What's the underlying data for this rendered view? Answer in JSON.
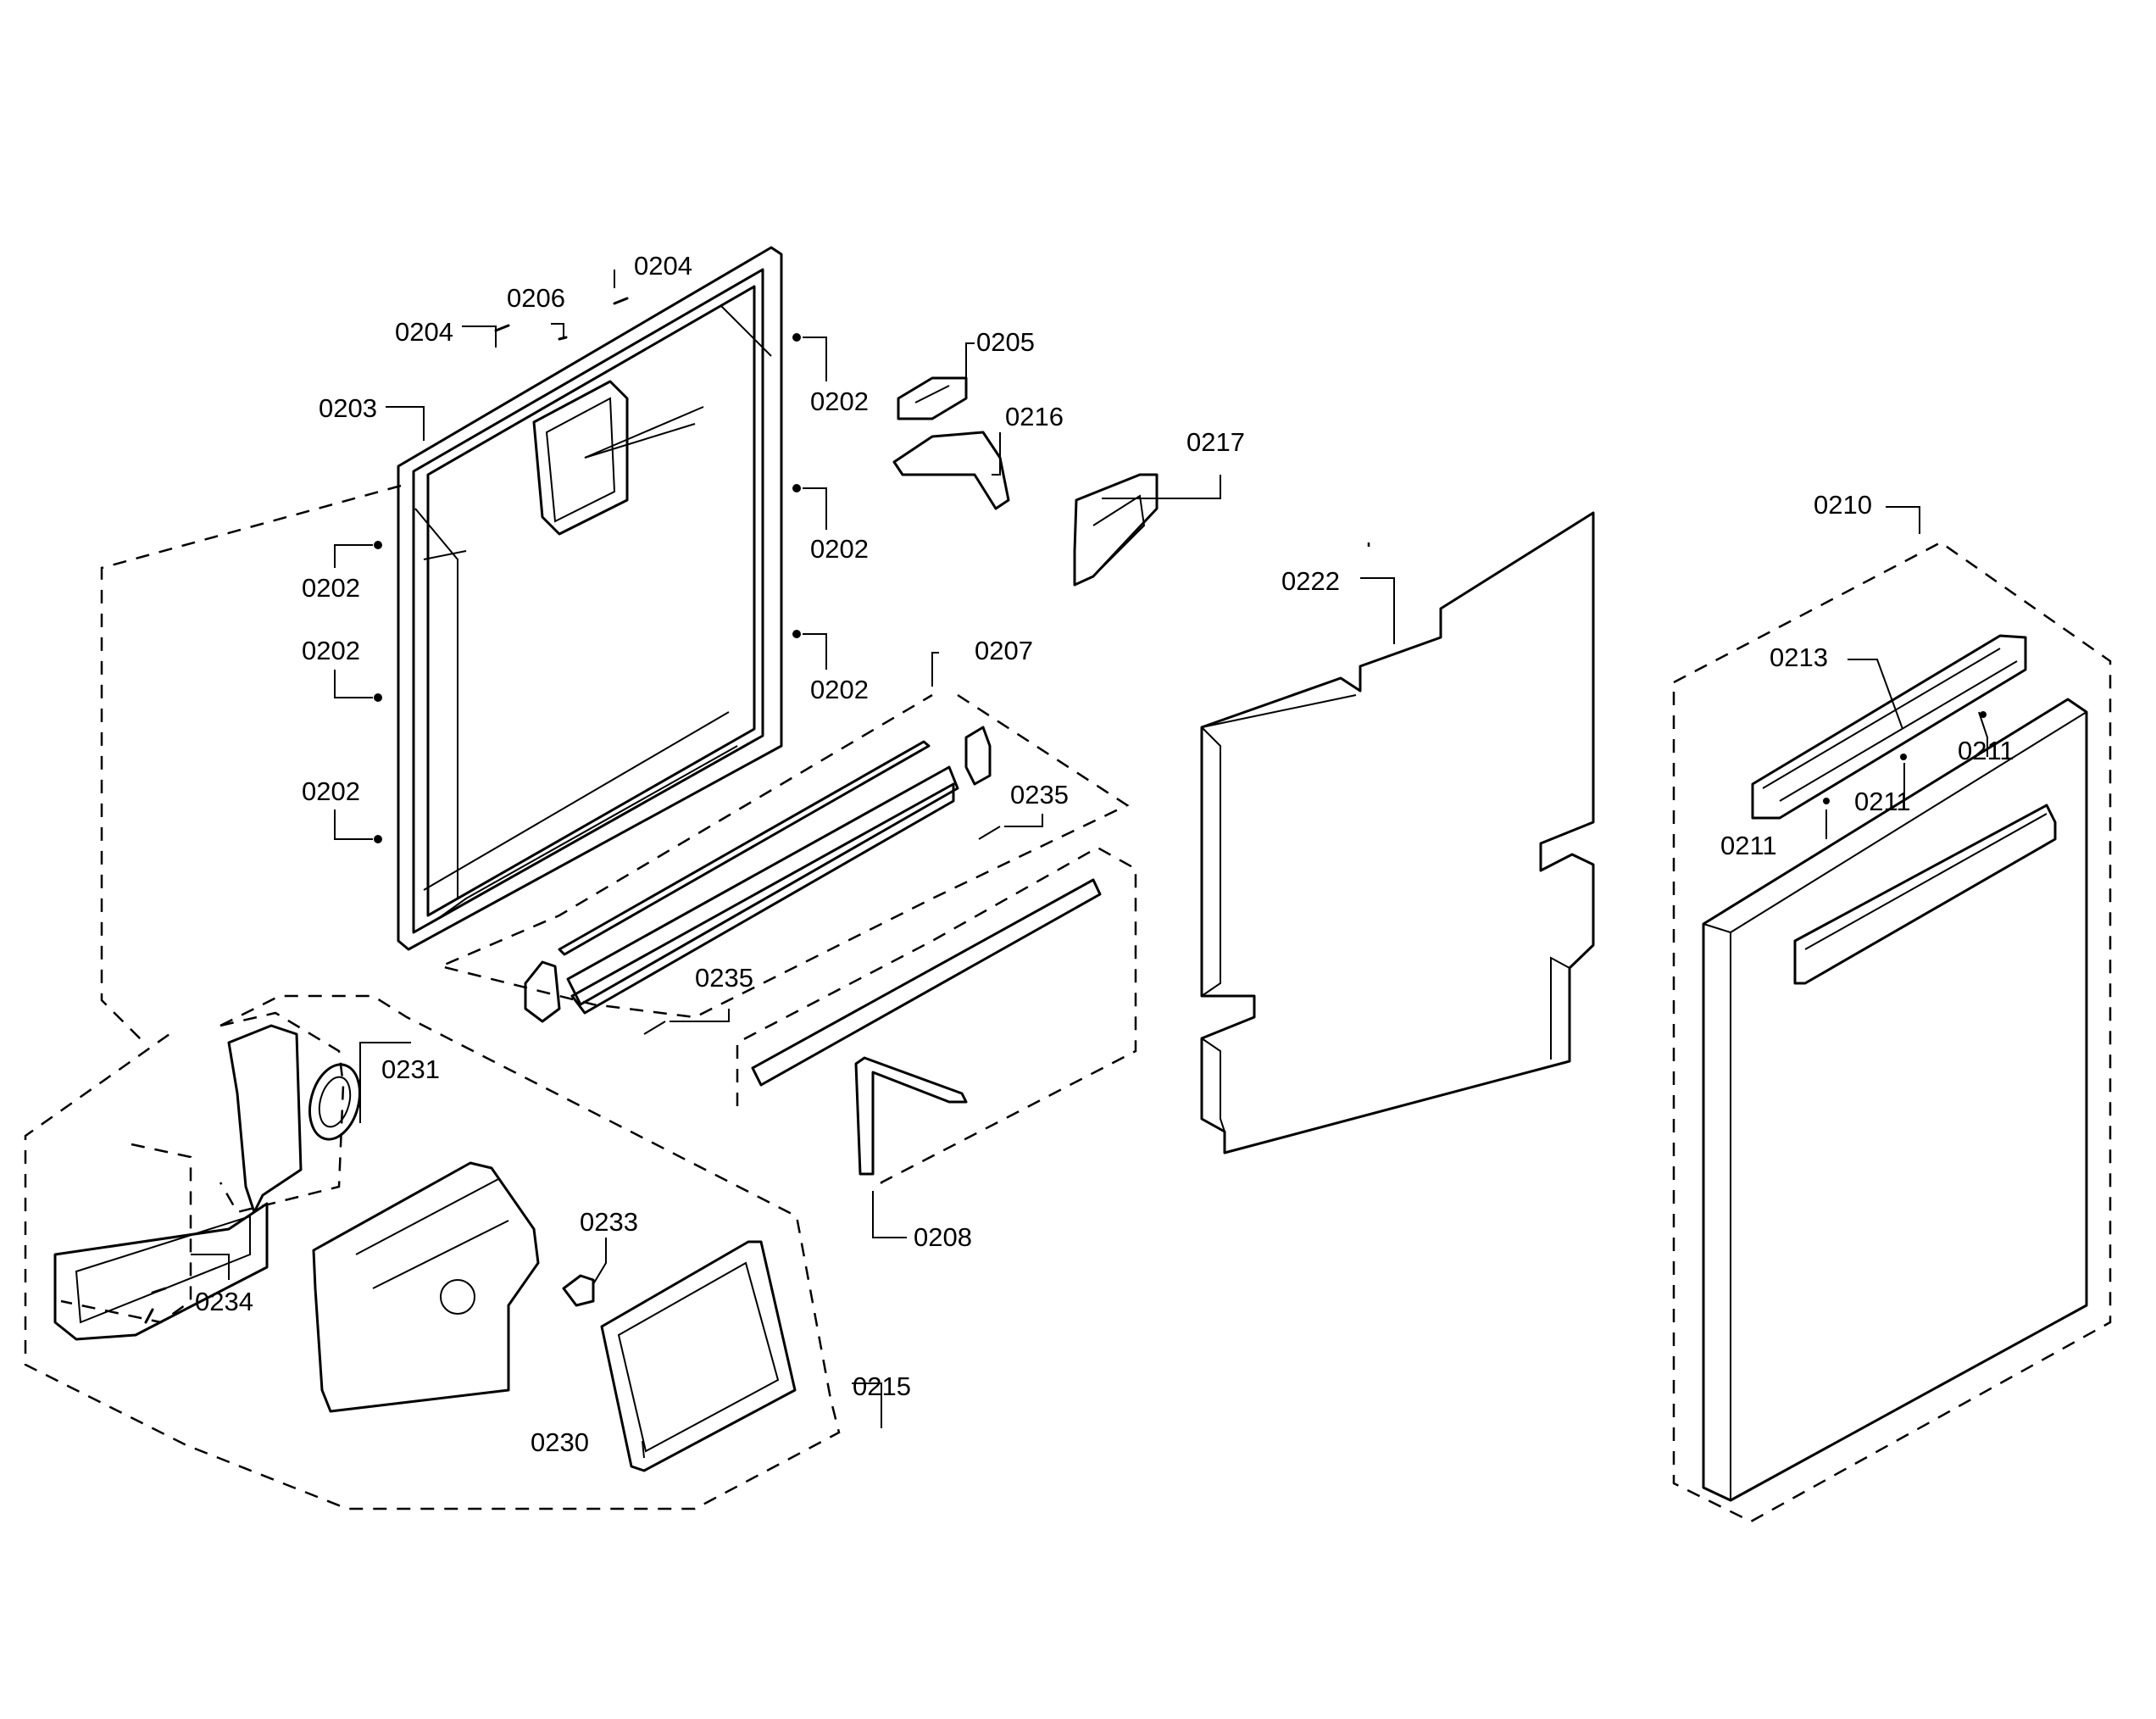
{
  "diagram": {
    "type": "exploded-parts-diagram",
    "callouts": {
      "c0202a": "0202",
      "c0202b": "0202",
      "c0202c": "0202",
      "c0202d": "0202",
      "c0202e": "0202",
      "c0202f": "0202",
      "c0203": "0203",
      "c0204a": "0204",
      "c0204b": "0204",
      "c0205": "0205",
      "c0206": "0206",
      "c0207": "0207",
      "c0208": "0208",
      "c0210": "0210",
      "c0211a": "0211",
      "c0211b": "0211",
      "c0211c": "0211",
      "c0213": "0213",
      "c0215": "0215",
      "c0216": "0216",
      "c0217": "0217",
      "c0222": "0222",
      "c0230": "0230",
      "c0231": "0231",
      "c0233": "0233",
      "c0234": "0234",
      "c0235a": "0235",
      "c0235b": "0235"
    }
  }
}
